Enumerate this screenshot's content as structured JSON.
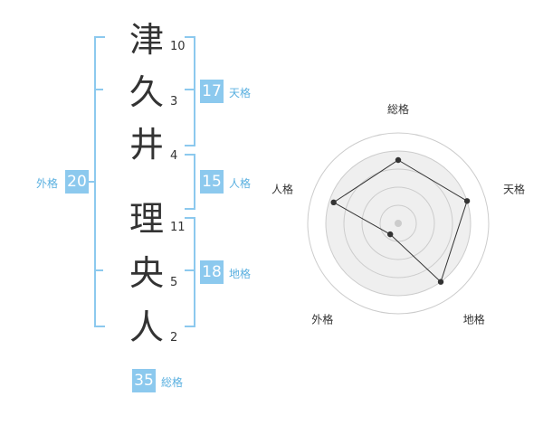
{
  "name": {
    "chars": [
      {
        "char": "津",
        "strokes": "10"
      },
      {
        "char": "久",
        "strokes": "3"
      },
      {
        "char": "井",
        "strokes": "4"
      },
      {
        "char": "理",
        "strokes": "11"
      },
      {
        "char": "央",
        "strokes": "5"
      },
      {
        "char": "人",
        "strokes": "2"
      }
    ]
  },
  "fortune": {
    "tenkaku": {
      "value": "17",
      "label": "天格"
    },
    "jinkaku": {
      "value": "15",
      "label": "人格"
    },
    "chikaku": {
      "value": "18",
      "label": "地格"
    },
    "gaikaku": {
      "value": "20",
      "label": "外格"
    },
    "soukaku": {
      "value": "35",
      "label": "総格"
    }
  },
  "colors": {
    "accent": "#8cc9ee",
    "label_text": "#5ab0e0"
  },
  "chart_data": {
    "type": "radar",
    "axes": [
      "総格",
      "天格",
      "地格",
      "外格",
      "人格"
    ],
    "values": [
      3.5,
      4.0,
      4.0,
      0.75,
      3.75
    ],
    "max": 5,
    "rings": 5
  }
}
